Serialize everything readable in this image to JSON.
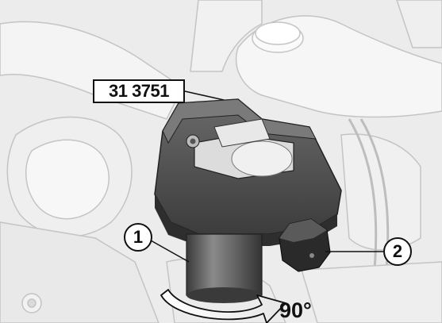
{
  "figure": {
    "tool_number": "31 3751",
    "angle_label": "90°"
  },
  "callouts": [
    {
      "label": "1"
    },
    {
      "label": "2"
    }
  ],
  "colors": {
    "background": "#ececec",
    "line": "#c9c9c9",
    "tool_body": "#4a4a4a",
    "tool_dark": "#2a2a2a",
    "label_border": "#111111",
    "label_fill": "#ffffff"
  }
}
